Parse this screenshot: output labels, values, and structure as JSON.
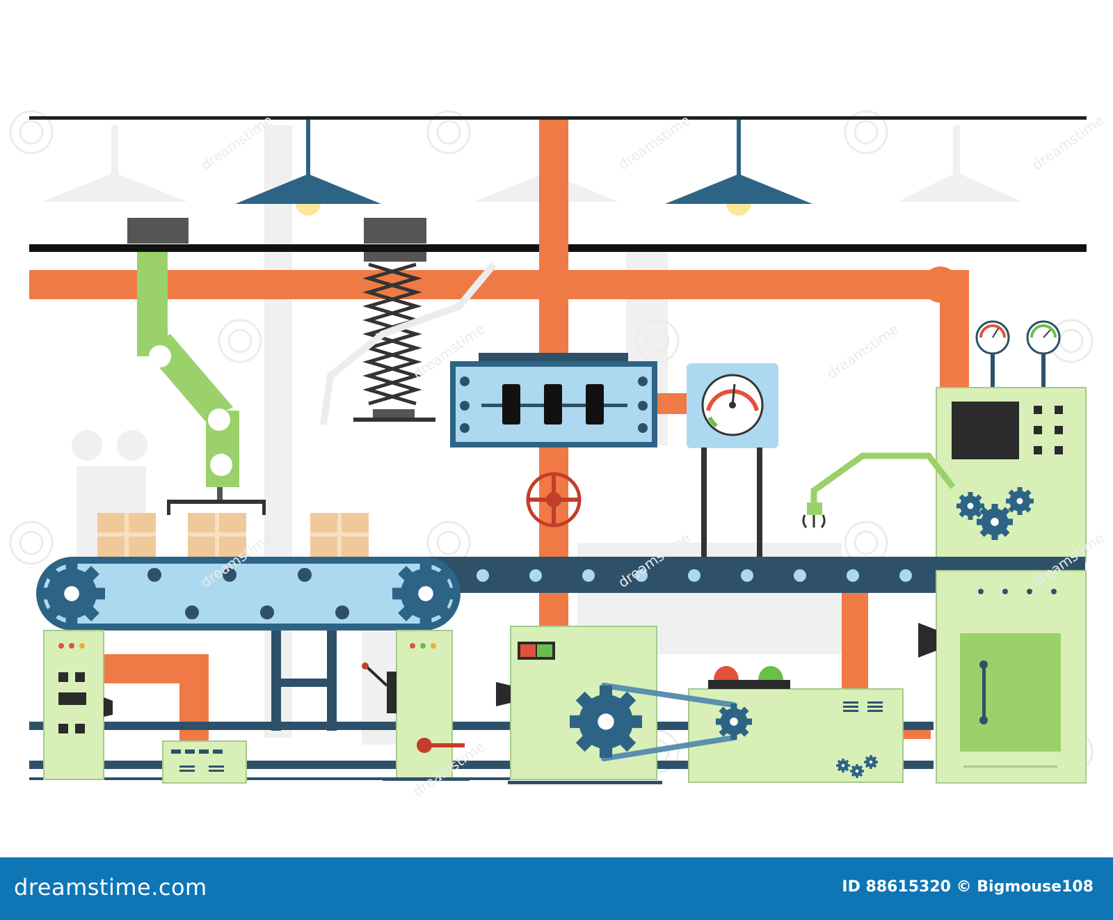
{
  "footer": {
    "brand": "dreamstime.com",
    "credit": "ID 88615320 © Bigmouse108"
  },
  "watermark": "dreamstime",
  "colors": {
    "pipe": "#ef7a45",
    "machine": "#d8f0b8",
    "conveyor": "#2e5169",
    "belt": "#add9f0",
    "arm": "#9bd16a",
    "lamp": "#2d6486",
    "footer": "#0f76b6"
  },
  "icons": [
    "lamp-icon",
    "gauge-icon",
    "valve-wheel-icon",
    "gear-icon",
    "robot-arm-icon",
    "box-icon",
    "scissor-lift-icon",
    "indicator-light-icon"
  ]
}
